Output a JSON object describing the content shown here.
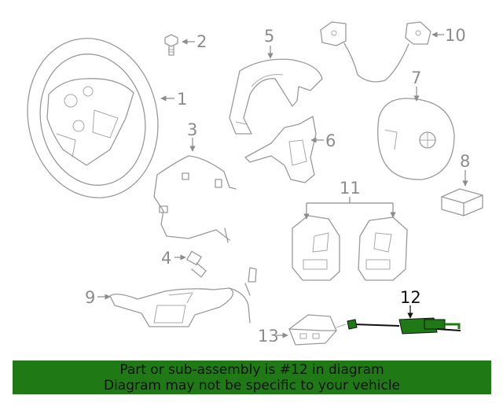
{
  "callouts": {
    "c1": "1",
    "c2": "2",
    "c3": "3",
    "c4": "4",
    "c5": "5",
    "c6": "6",
    "c7": "7",
    "c8": "8",
    "c9": "9",
    "c10": "10",
    "c11": "11",
    "c12": "12",
    "c13": "13"
  },
  "highlight": {
    "part_number": "12",
    "color": "#1f7a16"
  },
  "parts": {
    "p1": "steering-wheel",
    "p2": "bolt",
    "p3": "wiring-harness",
    "p4": "connector",
    "p5": "upper-trim-cover",
    "p6": "lower-trim-cover",
    "p7": "airbag-module",
    "p8": "control-module",
    "p9": "clockspring",
    "p10": "switch-assembly",
    "p11": "switch-pair",
    "p12": "highlighted-harness",
    "p13": "steering-control-module"
  },
  "banner": {
    "line1": "Part or sub-assembly is #12 in diagram",
    "line2": "Diagram may not be specific to your vehicle"
  }
}
